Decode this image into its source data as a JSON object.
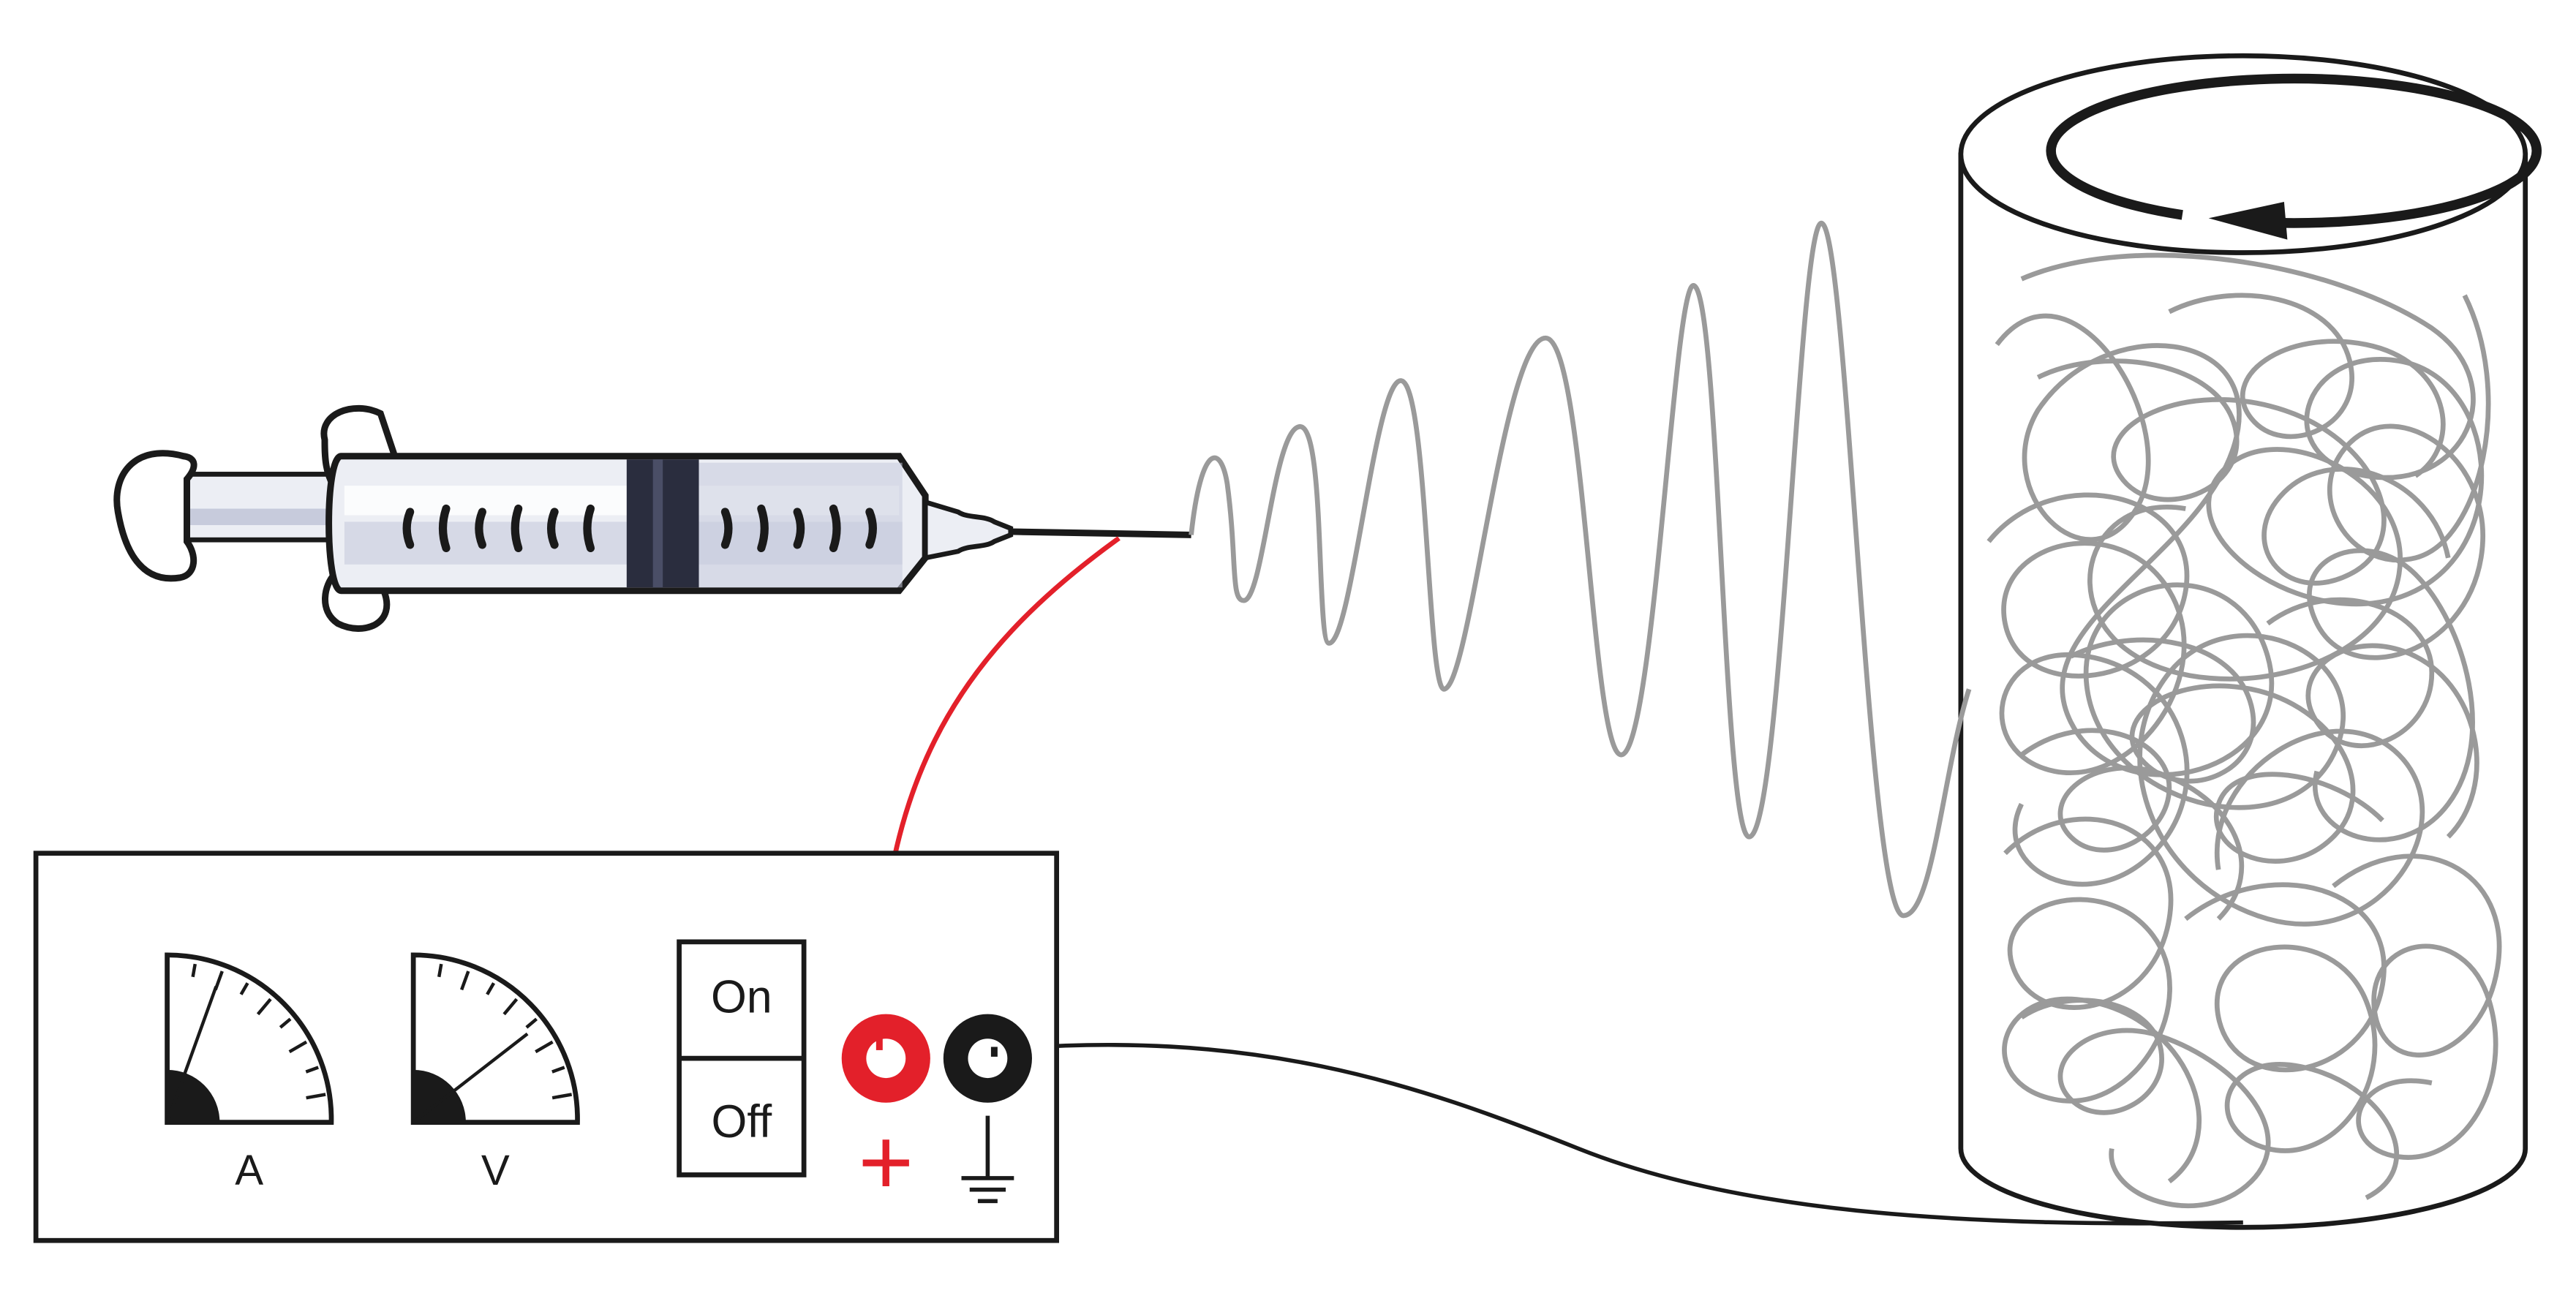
{
  "power_supply": {
    "ammeter_label": "A",
    "voltmeter_label": "V",
    "switch_on_label": "On",
    "switch_off_label": "Off",
    "positive_symbol": "+",
    "ammeter_level": 0.22,
    "voltmeter_level": 0.58
  },
  "colors": {
    "positive_wire": "#e3202a",
    "positive_terminal": "#e3202a",
    "ground_terminal": "#1a1a1a",
    "fiber": "#9a9a9a",
    "outline": "#1a1a1a",
    "syringe_glass": "#eceef4",
    "syringe_fluid": "#c7cbdc",
    "plunger_seal": "#2a2d3e"
  },
  "icons": {
    "syringe": "syringe-icon",
    "ground": "ground-symbol-icon",
    "collector": "rotating-drum-collector-icon",
    "rotation": "rotation-arrow-icon"
  }
}
